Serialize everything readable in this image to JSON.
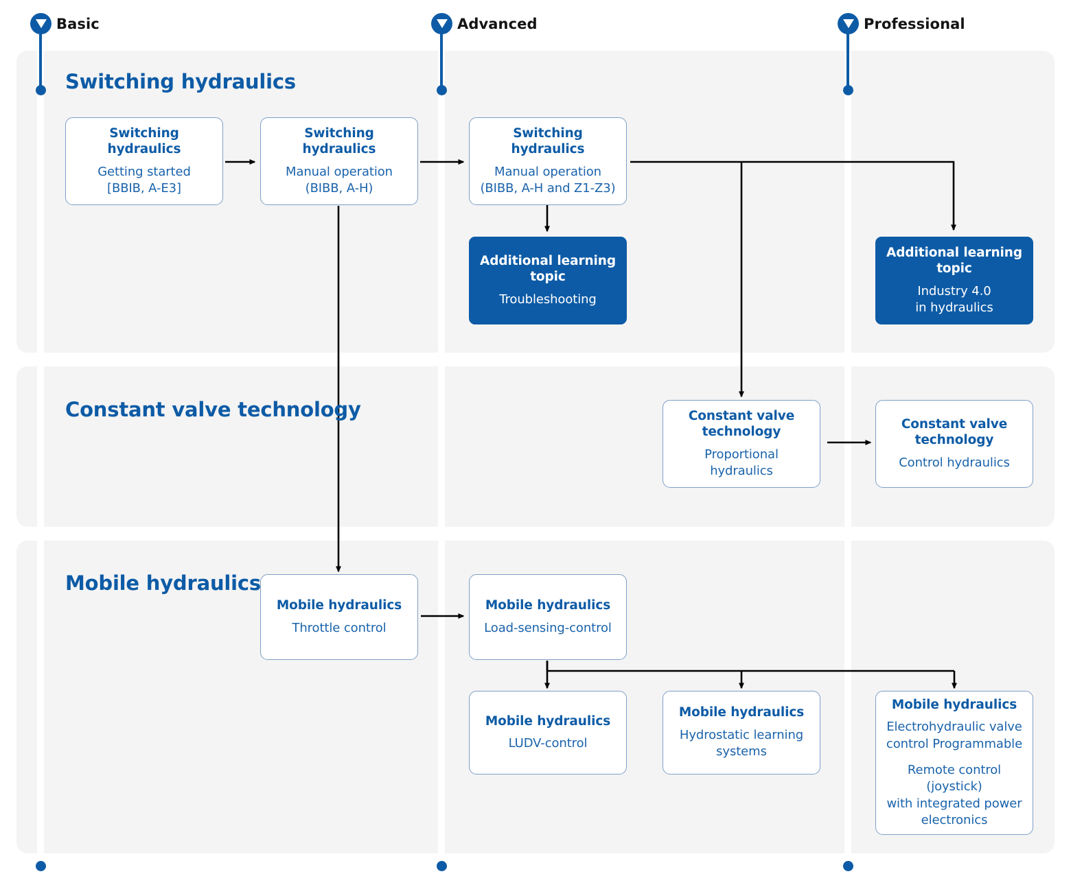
{
  "levels": [
    {
      "id": "basic",
      "label": "Basic",
      "icon": "level-pin-icon"
    },
    {
      "id": "advanced",
      "label": "Advanced",
      "icon": "level-pin-icon"
    },
    {
      "id": "professional",
      "label": "Professional",
      "icon": "level-pin-icon"
    }
  ],
  "sections": [
    {
      "id": "switching",
      "title": "Switching hydraulics"
    },
    {
      "id": "constant",
      "title": "Constant valve technology"
    },
    {
      "id": "mobile",
      "title": "Mobile hydraulics"
    }
  ],
  "cards": {
    "sw_basic": {
      "title": "Switching hydraulics",
      "lines": [
        "Getting started\n[BBIB, A-E3]"
      ]
    },
    "sw_manual": {
      "title": "Switching hydraulics",
      "lines": [
        "Manual operation\n(BIBB, A-H)"
      ]
    },
    "sw_manual_z": {
      "title": "Switching hydraulics",
      "lines": [
        "Manual operation\n(BIBB, A-H and Z1-Z3)"
      ]
    },
    "alt_trouble": {
      "title": "Additional learning topic",
      "lines": [
        "Troubleshooting"
      ]
    },
    "alt_industry": {
      "title": "Additional learning topic",
      "lines": [
        "Industry 4.0\nin hydraulics"
      ]
    },
    "cvt_prop": {
      "title": "Constant valve\ntechnology",
      "lines": [
        "Proportional hydraulics"
      ]
    },
    "cvt_control": {
      "title": "Constant valve\ntechnology",
      "lines": [
        "Control hydraulics"
      ]
    },
    "mh_throttle": {
      "title": "Mobile hydraulics",
      "lines": [
        "Throttle control"
      ]
    },
    "mh_loadsens": {
      "title": "Mobile hydraulics",
      "lines": [
        "Load-sensing-control"
      ]
    },
    "mh_ludv": {
      "title": "Mobile hydraulics",
      "lines": [
        "LUDV-control"
      ]
    },
    "mh_hydro": {
      "title": "Mobile hydraulics",
      "lines": [
        "Hydrostatic learning\nsystems"
      ]
    },
    "mh_electro": {
      "title": "Mobile hydraulics",
      "lines": [
        "Electrohydraulic valve\ncontrol Programmable",
        "Remote control (joystick)\nwith integrated power\nelectronics"
      ]
    }
  },
  "colors": {
    "brand_blue": "#0d5ba6",
    "card_border": "#7e9fc7",
    "band_bg": "#f4f4f4",
    "connector": "#000000",
    "page_bg": "#ffffff"
  }
}
